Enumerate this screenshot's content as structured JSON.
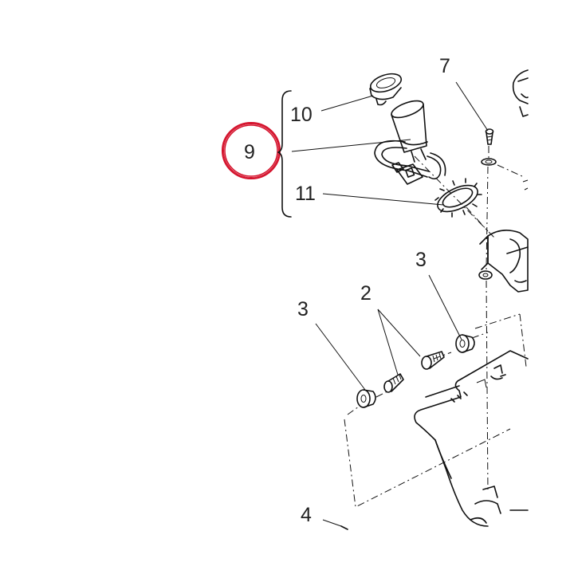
{
  "diagram": {
    "callouts": {
      "c10": "10",
      "c9": "9",
      "c11": "11",
      "c7": "7",
      "c3_right": "3",
      "c2": "2",
      "c3_left": "3",
      "c4": "4"
    },
    "highlight_color": "#d4102a",
    "line_color": "#111111",
    "highlighted_callout": "9"
  }
}
